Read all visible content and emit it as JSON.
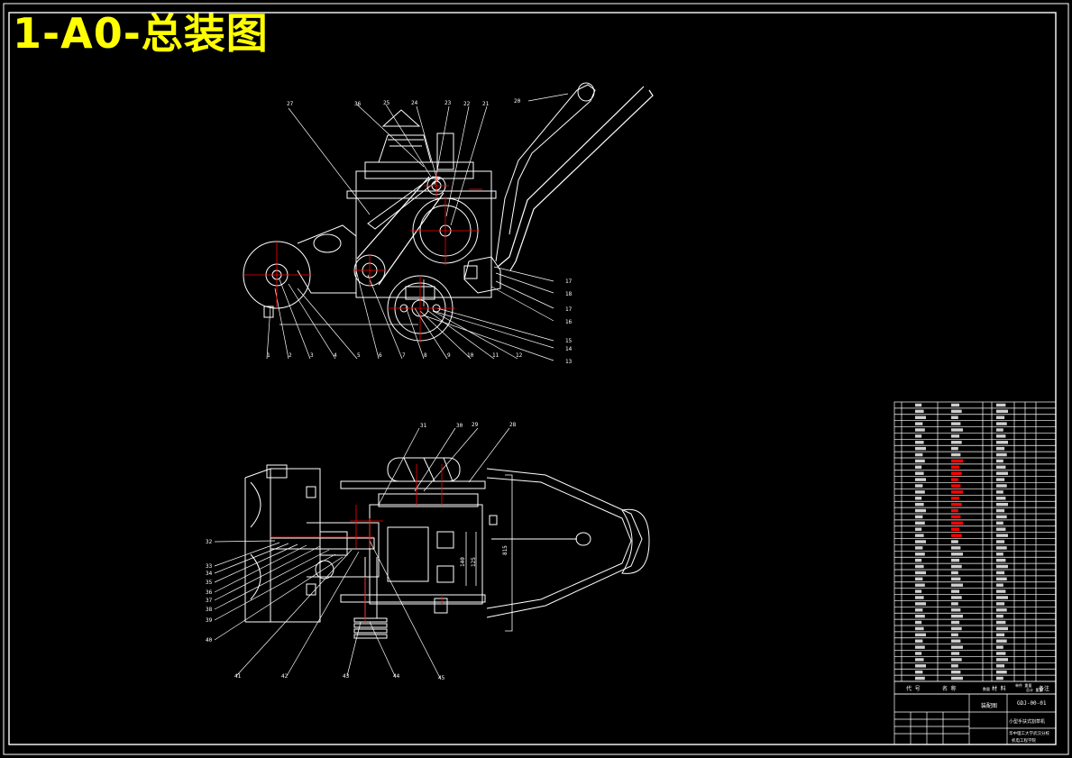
{
  "title": "1-A0-总装图",
  "top_view_labels": {
    "top": [
      "27",
      "36",
      "25",
      "24",
      "23",
      "22",
      "21",
      "20"
    ],
    "right": [
      "17",
      "18",
      "17",
      "16",
      "15",
      "14",
      "13"
    ],
    "bottom": [
      "1",
      "2",
      "3",
      "4",
      "5",
      "6",
      "7",
      "8",
      "9",
      "10",
      "11",
      "12"
    ]
  },
  "plan_view_labels": {
    "top": [
      "31",
      "30",
      "29",
      "28"
    ],
    "left": [
      "32",
      "33",
      "34",
      "35",
      "36",
      "37",
      "38",
      "39",
      "40"
    ],
    "bottom": [
      "41",
      "42",
      "43",
      "44",
      "45"
    ]
  },
  "dimensions": {
    "width": "815",
    "inner1": "140",
    "inner2": "125"
  },
  "title_block": {
    "header": [
      "代 号",
      "名 称",
      "数量",
      "材 料",
      "单件 重量",
      "总计 重量",
      "备注"
    ],
    "drawing_no": "GDJ-00-01",
    "assembly": "装配图",
    "product": "小型手扶式割草机",
    "school": "华中理工大学武汉分校",
    "dept": "机电工程学院"
  },
  "colors": {
    "frame": "#ffffff",
    "title": "#ffff00",
    "center": "#ff0000",
    "hatch": "#ff0000"
  }
}
